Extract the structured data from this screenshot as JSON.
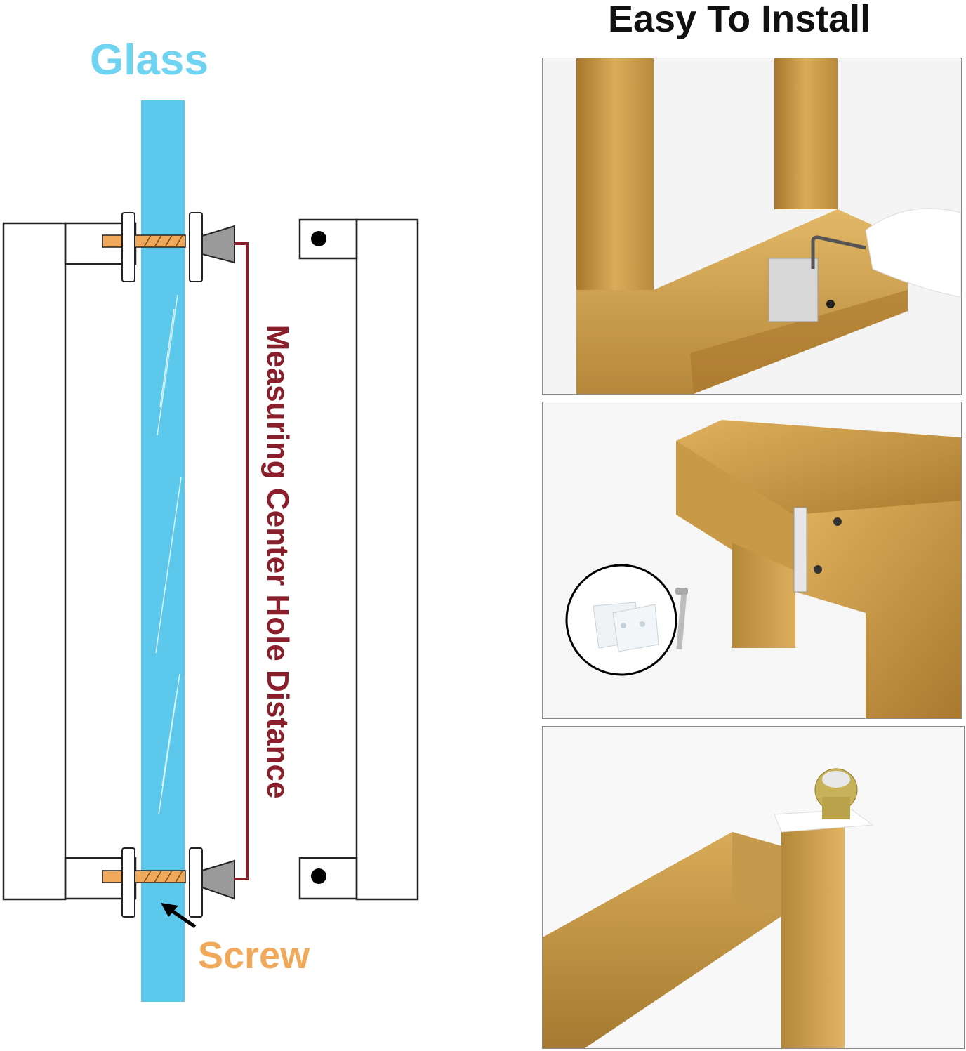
{
  "title": "Easy To Install",
  "diagram": {
    "glass_label": "Glass",
    "measure_label": "Measuring Center Hole Distance",
    "screw_label": "Screw"
  },
  "colors": {
    "glass": "#5bc8ec",
    "glass_label": "#6fd3f2",
    "measure_line": "#8a1f2b",
    "screw": "#f0a95a",
    "gold": "#c9a04e"
  },
  "photos": [
    {
      "name": "handle-allen-key-install-photo"
    },
    {
      "name": "handle-mounting-hardware-photo"
    },
    {
      "name": "handle-standoff-post-photo"
    }
  ]
}
